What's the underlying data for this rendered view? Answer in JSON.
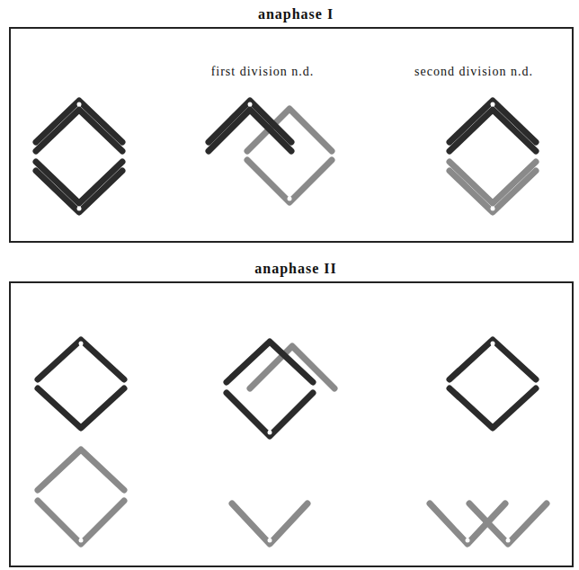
{
  "diagram": {
    "nodes": [
      {
        "text": [
          "anaphase I",
          "first division n.d.",
          "second division n.d."
        ]
      },
      {
        "text": [
          "anaphase II"
        ]
      }
    ]
  }
}
